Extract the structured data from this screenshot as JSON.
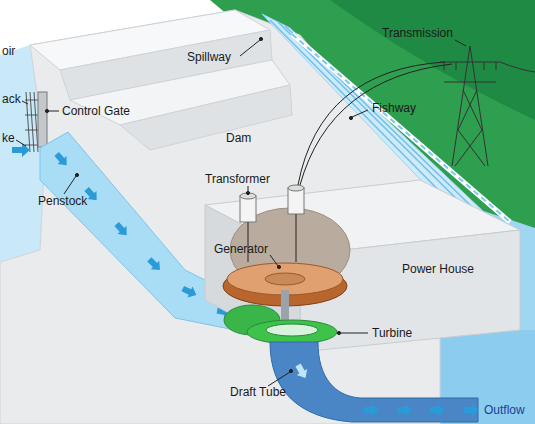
{
  "diagram": {
    "labels": [
      "oir",
      "ack",
      "ke",
      "Control Gate",
      "Penstock",
      "Spillway",
      "Transmission",
      "Fishway",
      "Dam",
      "Transformer",
      "Generator",
      "Power House",
      "Turbine",
      "Draft Tube",
      "Outflow"
    ]
  }
}
